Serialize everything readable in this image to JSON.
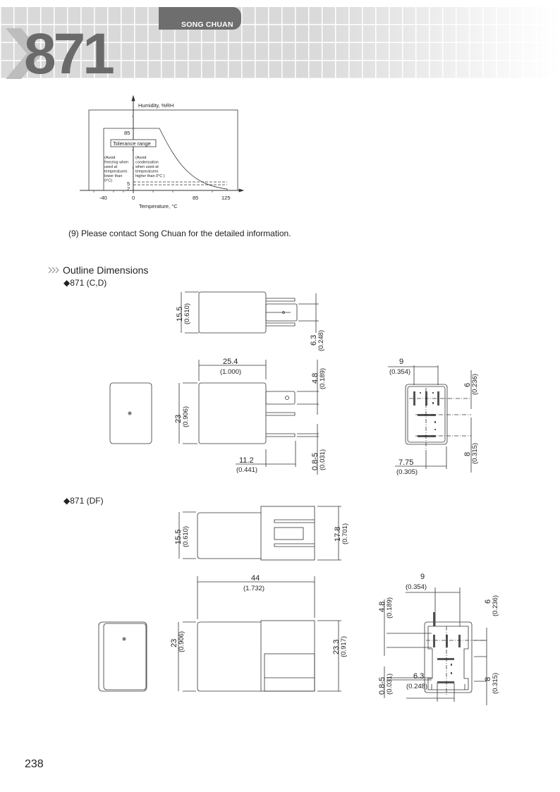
{
  "header": {
    "brand": "SONG CHUAN",
    "model": "871"
  },
  "humidity_chart": {
    "y_label": "Humidity, %RH",
    "x_label": "Temperature, °C",
    "y_ticks": [
      "85",
      "5",
      "2"
    ],
    "x_ticks": [
      "-40",
      "0",
      "85",
      "125"
    ],
    "tolerance_label": "Tolerance range",
    "note_left": [
      "(Avoid",
      "freezing when",
      "used at",
      "temperatures",
      "lower than",
      "0°C)"
    ],
    "note_right": [
      "(Avoid",
      "condensation",
      "when used at",
      "temperatures",
      "higher than 0°C )"
    ]
  },
  "note9": "(9) Please contact Song Chuan for the detailed information.",
  "section": {
    "title": "Outline Dimensions"
  },
  "variant_cd": {
    "label": "◆871 (C,D)",
    "dims": {
      "h155": {
        "v": "15.5",
        "i": "(0.610)"
      },
      "w63": {
        "v": "6.3",
        "i": "(0.248)"
      },
      "l254": {
        "v": "25.4",
        "i": "(1.000)"
      },
      "w48": {
        "v": "4.8",
        "i": "(0.189)"
      },
      "h23": {
        "v": "23",
        "i": "(0.906)"
      },
      "l112": {
        "v": "11.2",
        "i": "(0.441)"
      },
      "t085": {
        "v": "0.8-5",
        "i": "(0.031)"
      },
      "p9": {
        "v": "9",
        "i": "(0.354)"
      },
      "p6": {
        "v": "6",
        "i": "(0.236)"
      },
      "p8": {
        "v": "8",
        "i": "(0.315)"
      },
      "p775": {
        "v": "7.75",
        "i": "(0.305)"
      }
    }
  },
  "variant_df": {
    "label": "◆871 (DF)",
    "dims": {
      "h155": {
        "v": "15.5",
        "i": "(0.610)"
      },
      "h178": {
        "v": "17.8",
        "i": "(0.701)"
      },
      "l44": {
        "v": "44",
        "i": "(1.732)"
      },
      "h23": {
        "v": "23",
        "i": "(0.906)"
      },
      "h233": {
        "v": "23.3",
        "i": "(0.917)"
      },
      "p9": {
        "v": "9",
        "i": "(0.354)"
      },
      "w48": {
        "v": "4.8",
        "i": "(0.189)"
      },
      "p6": {
        "v": "6",
        "i": "(0.236)"
      },
      "p8": {
        "v": "8",
        "i": "(0.315)"
      },
      "t085": {
        "v": "0.8-5",
        "i": "(0.031)"
      },
      "p63": {
        "v": "6.3",
        "i": "(0.248)"
      }
    }
  },
  "page_number": "238"
}
